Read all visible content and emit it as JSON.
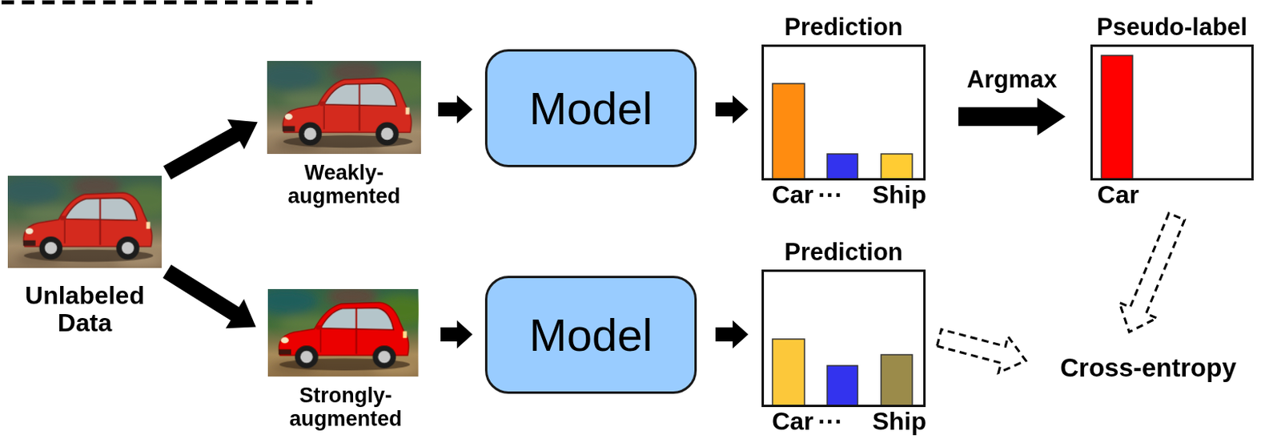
{
  "diagram": {
    "nodes": [
      {
        "text": [
          "Unlabeled Data"
        ]
      },
      {
        "text": [
          "Weakly- augmented"
        ]
      },
      {
        "text": [
          "Model"
        ]
      },
      {
        "text": [
          "Prediction",
          "Car",
          "···",
          "Ship"
        ]
      },
      {
        "text": [
          "Pseudo-label",
          "Car"
        ]
      },
      {
        "text": [
          "Strongly- augmented"
        ]
      },
      {
        "text": [
          "Model"
        ]
      },
      {
        "text": [
          "Prediction",
          "Car",
          "···",
          "Ship"
        ]
      },
      {
        "text": [
          "Cross-entropy"
        ]
      }
    ],
    "edges": [
      {
        "from": 0,
        "to": 1,
        "arrow": "to"
      },
      {
        "from": 0,
        "to": 5,
        "arrow": "to"
      },
      {
        "from": 1,
        "to": 2,
        "arrow": "to"
      },
      {
        "from": 2,
        "to": 3,
        "arrow": "to"
      },
      {
        "from": 3,
        "to": 4,
        "arrow": "to",
        "label": "Argmax"
      },
      {
        "from": 5,
        "to": 6,
        "arrow": "to"
      },
      {
        "from": 6,
        "to": 7,
        "arrow": "to"
      },
      {
        "from": 4,
        "to": 8,
        "arrow": "to"
      },
      {
        "from": 7,
        "to": 8,
        "arrow": "to"
      }
    ]
  }
}
